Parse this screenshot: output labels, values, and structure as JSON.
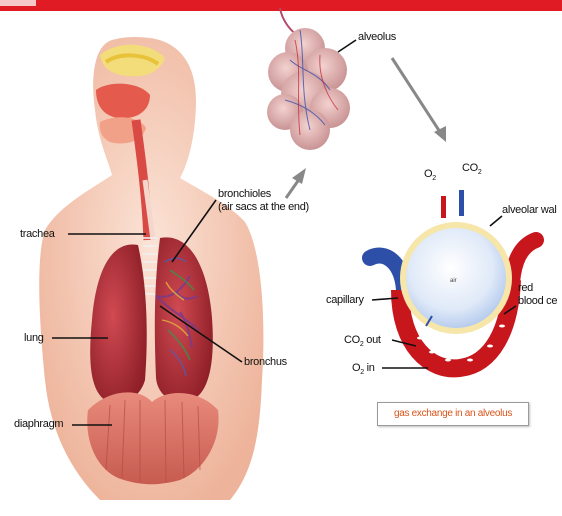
{
  "header": {
    "accent_color": "#e01b24"
  },
  "labels": {
    "alveolus": "alveolus",
    "bronchioles_line1": "bronchioles",
    "bronchioles_line2": "(air sacs at the end)",
    "trachea": "trachea",
    "lung": "lung",
    "bronchus": "bronchus",
    "diaphragm": "diaphragm",
    "o2": "O",
    "o2_sub": "2",
    "co2": "CO",
    "co2_sub": "2",
    "alveolar_wall": "alveolar wal",
    "capillary": "capillary",
    "red_blood_line1": "red",
    "red_blood_line2": "blood ce",
    "co2_out_pre": "CO",
    "co2_out_sub": "2",
    "co2_out_post": " out",
    "o2_in_pre": "O",
    "o2_in_sub": "2",
    "o2_in_post": " in",
    "caption": "gas exchange in an alveolus"
  },
  "colors": {
    "body_skin": "#f6c9b3",
    "lung": "#b8323a",
    "blood_red": "#c8161d",
    "capillary_blue": "#2d4fa8",
    "caption_text": "#d9541a"
  }
}
